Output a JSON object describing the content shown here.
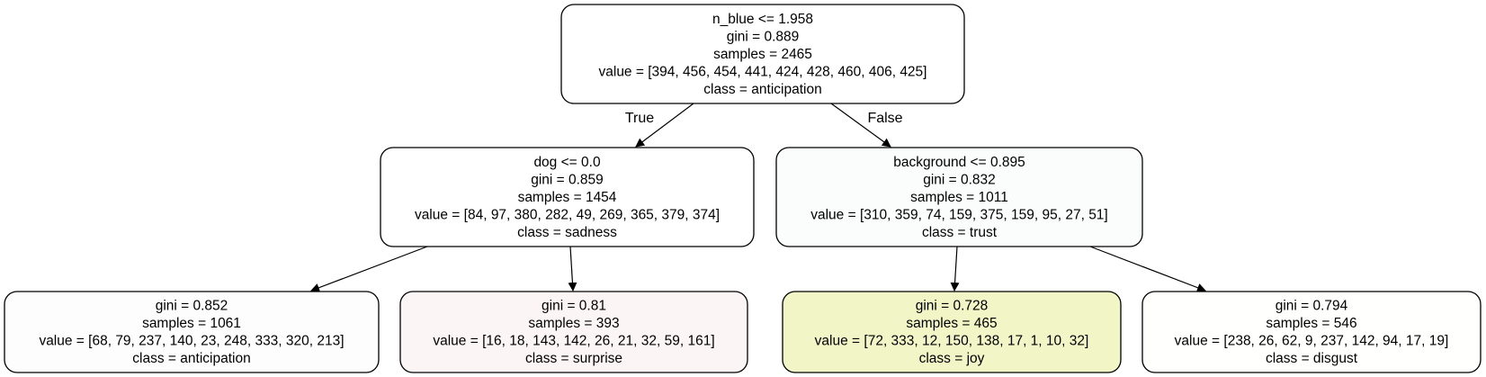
{
  "tree": {
    "nodes": [
      {
        "id": "root",
        "fill": "#ffffff",
        "lines": [
          "n_blue <= 1.958",
          "gini = 0.889",
          "samples = 2465",
          "value = [394, 456, 454, 441, 424, 428, 460, 406, 425]",
          "class = anticipation"
        ]
      },
      {
        "id": "n1",
        "fill": "#ffffff",
        "lines": [
          "dog <= 0.0",
          "gini = 0.859",
          "samples = 1454",
          "value = [84, 97, 380, 282, 49, 269, 365, 379, 374]",
          "class = sadness"
        ]
      },
      {
        "id": "n4",
        "fill": "#fbfdfc",
        "lines": [
          "background <= 0.895",
          "gini = 0.832",
          "samples = 1011",
          "value = [310, 359, 74, 159, 375, 159, 95, 27, 51]",
          "class = trust"
        ]
      },
      {
        "id": "n2",
        "fill": "#fdfdfd",
        "lines": [
          "gini = 0.852",
          "samples = 1061",
          "value = [68, 79, 237, 140, 23, 248, 333, 320, 213]",
          "class = anticipation"
        ]
      },
      {
        "id": "n3",
        "fill": "#fcf5f5",
        "lines": [
          "gini = 0.81",
          "samples = 393",
          "value = [16, 18, 143, 142, 26, 21, 32, 59, 161]",
          "class = surprise"
        ]
      },
      {
        "id": "n5",
        "fill": "#f2f6c6",
        "lines": [
          "gini = 0.728",
          "samples = 465",
          "value = [72, 333, 12, 150, 138, 17, 1, 10, 32]",
          "class = joy"
        ]
      },
      {
        "id": "n6",
        "fill": "#fffffe",
        "lines": [
          "gini = 0.794",
          "samples = 546",
          "value = [238, 26, 62, 9, 237, 142, 94, 17, 19]",
          "class = disgust"
        ]
      }
    ],
    "edges": [
      {
        "from": "root",
        "to": "n1",
        "label": "True"
      },
      {
        "from": "root",
        "to": "n4",
        "label": "False"
      },
      {
        "from": "n1",
        "to": "n2",
        "label": ""
      },
      {
        "from": "n1",
        "to": "n3",
        "label": ""
      },
      {
        "from": "n4",
        "to": "n5",
        "label": ""
      },
      {
        "from": "n4",
        "to": "n6",
        "label": ""
      }
    ]
  }
}
